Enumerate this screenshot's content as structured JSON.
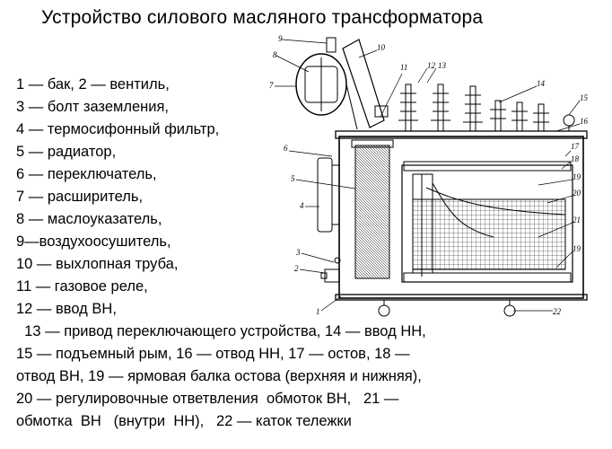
{
  "title": "Устройство силового масляного трансформатора",
  "legend": [
    "1 — бак, 2 — вентиль,",
    "3 — болт заземления,",
    "4 — термосифонный фильтр,",
    "5 — радиатор,",
    "6 — переключатель,",
    "7 — расширитель,",
    "8 — маслоуказатель,",
    "9—воздухоосушитель,",
    "10 — выхлопная труба,",
    "11 — газовое реле,",
    "12 — ввод ВН,",
    "  13 — привод переключающего устройства, 14 — ввод НН,",
    "15 — подъемный рым, 16 — отвод НН, 17 — остов, 18 —",
    "отвод ВН, 19 — ярмовая балка остова (верхняя и нижняя),",
    "20 — регулировочные ответвления  обмоток ВН,   21 —",
    "обмотка  ВН   (внутри  НН),   22 — каток тележки"
  ],
  "callouts": [
    "1",
    "2",
    "3",
    "4",
    "5",
    "6",
    "7",
    "8",
    "9",
    "10",
    "11",
    "12",
    "13",
    "14",
    "15",
    "16",
    "17",
    "18",
    "19",
    "20",
    "21",
    "22"
  ]
}
